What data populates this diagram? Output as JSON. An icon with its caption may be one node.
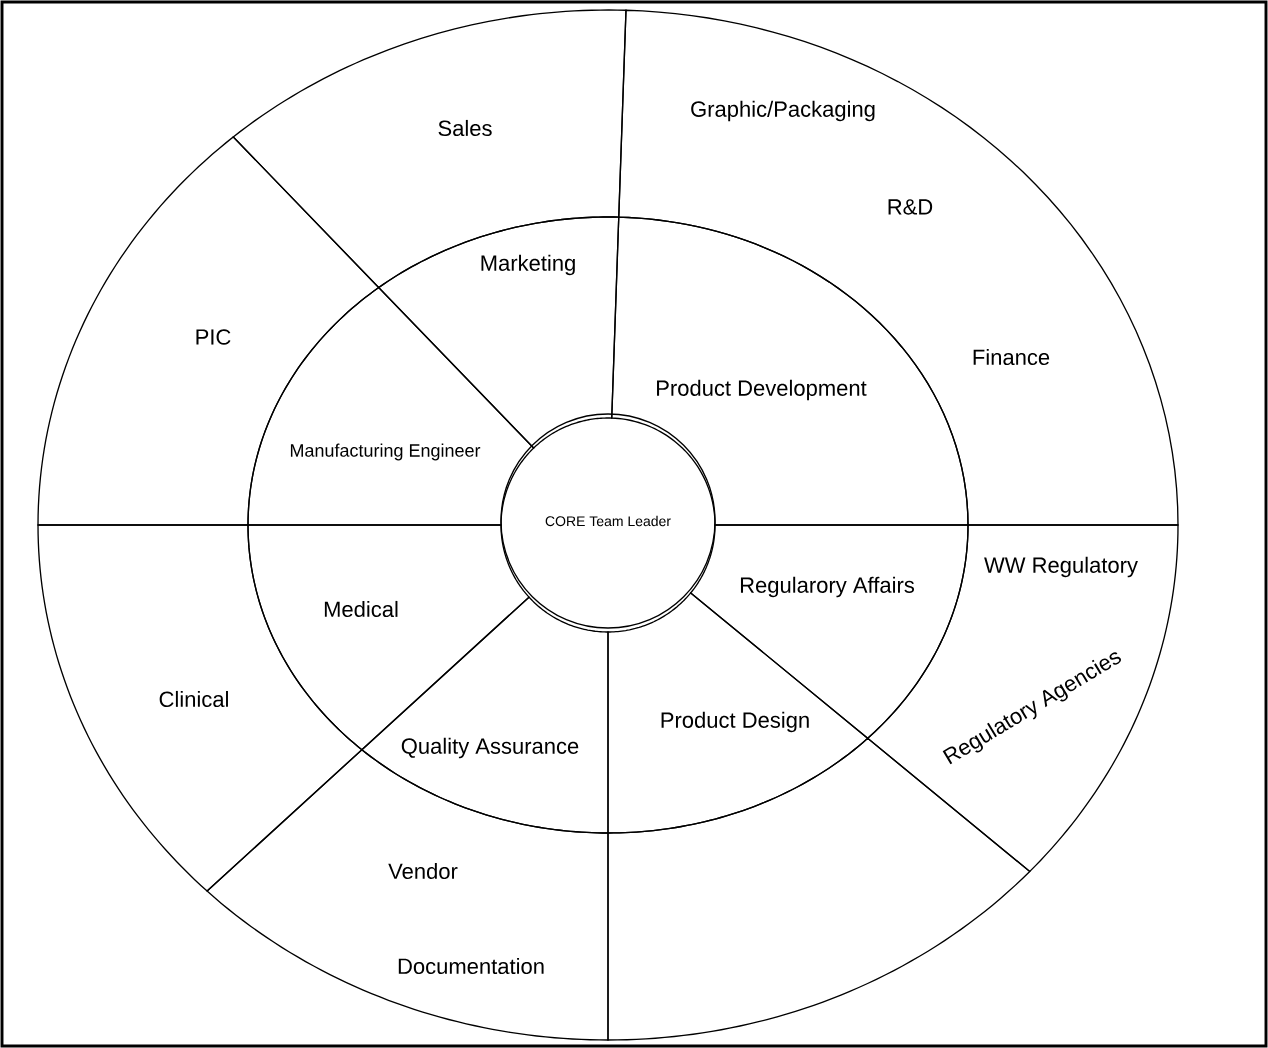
{
  "diagram": {
    "nodes": [
      {
        "text": [
          "Sales"
        ]
      },
      {
        "text": [
          "Graphic/Packaging",
          "R&D",
          "Finance"
        ]
      },
      {
        "text": [
          "Marketing"
        ]
      },
      {
        "text": [
          "PIC"
        ]
      },
      {
        "text": [
          "Product Development"
        ]
      },
      {
        "text": [
          "Manufacturing Engineer"
        ]
      },
      {
        "text": [
          "CORE Team Leader"
        ]
      },
      {
        "text": [
          "WW Regulatory",
          "Regulatory Agencies"
        ]
      },
      {
        "text": [
          "Regularory Affairs"
        ]
      },
      {
        "text": [
          "Medical"
        ]
      },
      {
        "text": [
          "Clinical"
        ]
      },
      {
        "text": [
          "Product Design"
        ]
      },
      {
        "text": [
          "Quality Assurance"
        ]
      },
      {
        "text": [
          "Vendor",
          "Documentation"
        ]
      },
      {
        "text": [],
        "shape": "sector"
      }
    ]
  }
}
